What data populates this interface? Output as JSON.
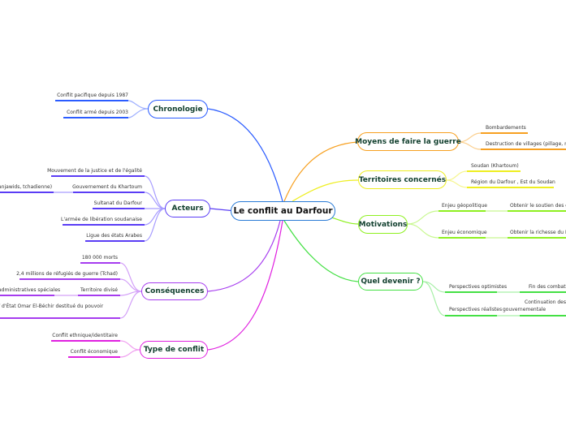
{
  "central": "Le conflit au Darfour",
  "branches": {
    "chronologie": {
      "label": "Chronologie",
      "color": "#2b5cff",
      "items": [
        "Conflit pacifique depuis 1987",
        "Conflit armé depuis 2003"
      ]
    },
    "acteurs": {
      "label": "Acteurs",
      "color": "#5a3df5",
      "items": [
        "Mouvement de la justice et de l'égalité",
        "Gouvernement du Khartoum",
        "Sultanat du Darfour",
        "L'armée de libération soudanaise",
        "Ligue des états Arabes"
      ],
      "sub": "anjawids, tchadienne)"
    },
    "consequences": {
      "label": "Conséquences",
      "color": "#a63cef",
      "items": [
        "180 000 morts",
        "2,4 millions de réfugiés de guerre (Tchad)",
        "Territoire divisé",
        "f d'État Omar El-Béchir destitué du pouvoir"
      ],
      "sub": "administratives spéciales"
    },
    "type": {
      "label": "Type de conflit",
      "color": "#e020e0",
      "items": [
        "Conflit ethnique/identitaire",
        "Conflit économique"
      ]
    },
    "moyens": {
      "label": "Moyens de faire la guerre",
      "color": "#f7a020",
      "items": [
        "Bombardements",
        "Destruction de villages  (pillage, ma"
      ]
    },
    "territoires": {
      "label": "Territoires concernés",
      "color": "#eeee20",
      "items": [
        "Soudan (Khartoum)",
        "Région du Darfour , Est  du Soudan"
      ]
    },
    "motivations": {
      "label": "Motivations",
      "color": "#8ef020",
      "items": [
        "Enjeu géopolitique",
        "Enjeu économique"
      ],
      "subs": [
        "Obtenir le soutien des gr",
        "Obtenir la richesse du Da"
      ]
    },
    "devenir": {
      "label": "Quel devenir ?",
      "color": "#44e044",
      "items": [
        "Perspectives optimistes",
        "Perspectives réalistes"
      ],
      "subs": [
        "Fin des combats",
        "Continuation des",
        "gouvernementale"
      ]
    }
  }
}
